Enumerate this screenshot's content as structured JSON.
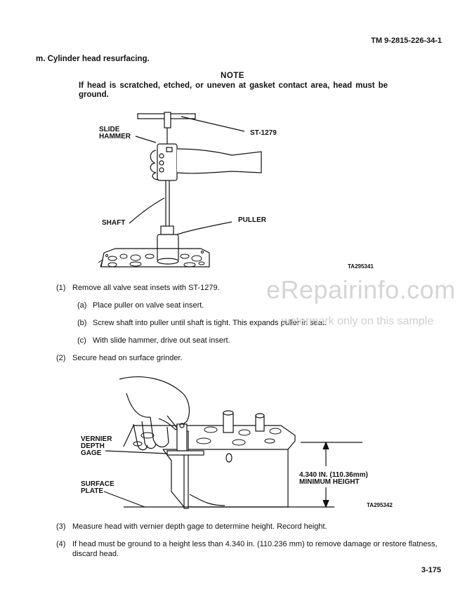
{
  "header": {
    "doc_id": "TM 9-2815-226-34-1"
  },
  "section": {
    "title": "m.  Cylinder head resurfacing."
  },
  "note": {
    "title": "NOTE",
    "body": "If head is scratched, etched, or uneven at gasket contact area, head must be ground."
  },
  "figure1": {
    "labels": {
      "slide_hammer_1": "SLIDE",
      "slide_hammer_2": "HAMMER",
      "tool": "ST-1279",
      "shaft": "SHAFT",
      "puller": "PULLER"
    },
    "id": "TA295341"
  },
  "steps_a": [
    {
      "num": "(1)",
      "text": "Remove all valve seat insets with ST-1279."
    },
    {
      "num": "(a)",
      "text": "Place puller on valve seat insert."
    },
    {
      "num": "(b)",
      "text": "Screw shaft into puller until shaft is tight.  This expands puller in seat."
    },
    {
      "num": "(c)",
      "text": "With slide hammer, drive out seat insert."
    },
    {
      "num": "(2)",
      "text": "Secure head on surface grinder."
    }
  ],
  "figure2": {
    "labels": {
      "vernier_1": "VERNIER",
      "vernier_2": "DEPTH",
      "vernier_3": "GAGE",
      "height_1": "4.340 IN. (110.36mm)",
      "height_2": "MINIMUM HEIGHT",
      "surface_1": "SURFACE",
      "surface_2": "PLATE"
    },
    "id": "TA295342"
  },
  "steps_b": [
    {
      "num": "(3)",
      "text": "Measure head with vernier depth gage to determine height.  Record height."
    },
    {
      "num": "(4)",
      "text": "If head must be ground to a height less than 4.340 in. (110.236 mm) to remove damage or restore flatness, discard head."
    }
  ],
  "watermark": {
    "brand": "eRepairinfo.com",
    "note": "watermark only on this sample"
  },
  "footer": {
    "page_number": "3-175"
  },
  "colors": {
    "ink": "#111111",
    "watermark": "#d0d0d0"
  }
}
